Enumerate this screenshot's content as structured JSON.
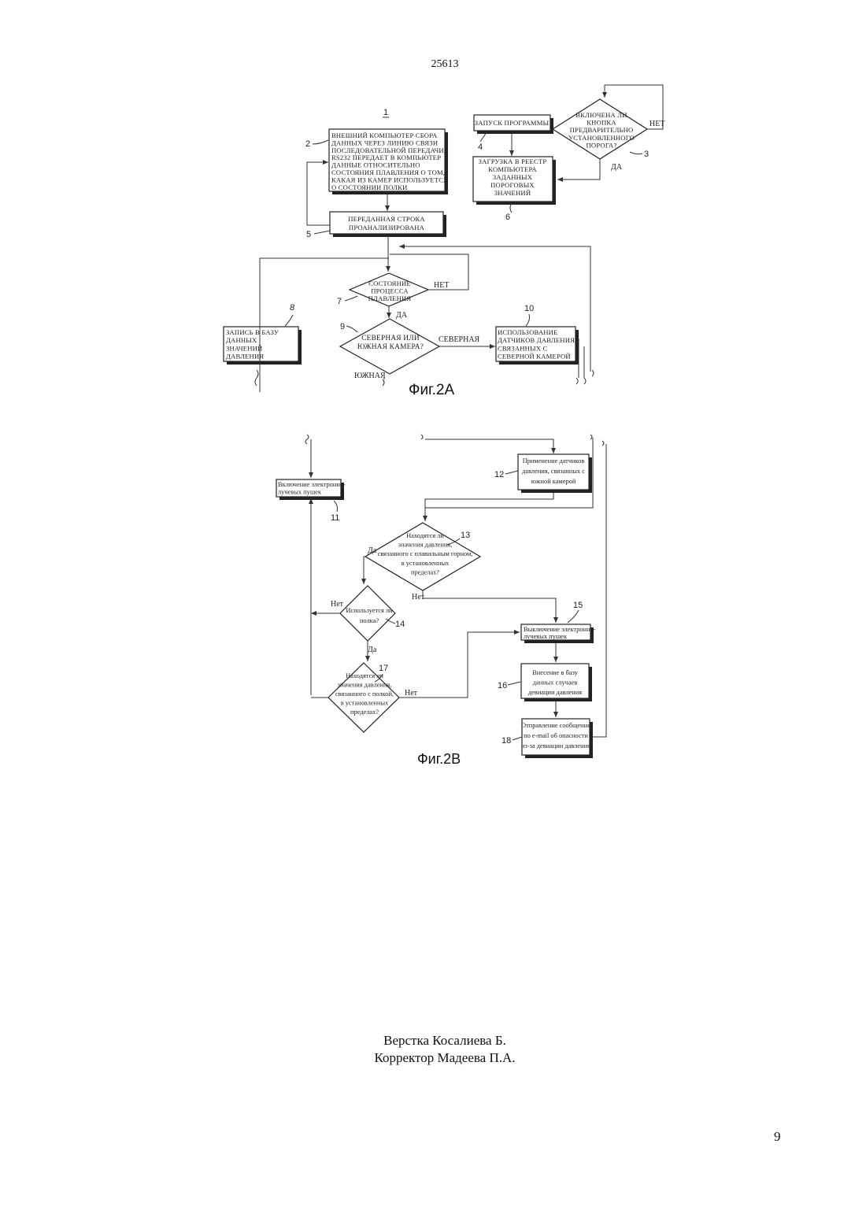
{
  "document": {
    "doc_number": "25613",
    "page_number": "9",
    "credits": [
      "Верстка Косалиева Б.",
      "Корректор Мадеева П.А."
    ]
  },
  "fig2a": {
    "caption": "Фиг.2А",
    "ref_main": "1",
    "boxes": {
      "b2": [
        "ВНЕШНИЙ КОМПЬЮТЕР СБОРА",
        "ДАННЫХ ЧЕРЕЗ ЛИНИЮ СВЯЗИ",
        "ПОСЛЕДОВАТЕЛЬНОЙ ПЕРЕДАЧИ",
        "RS232 ПЕРЕДАЕТ В КОМПЬЮТЕР",
        "ДАННЫЕ ОТНОСИТЕЛЬНО",
        "СОСТОЯНИЯ ПЛАВЛЕНИЯ О ТОМ,",
        "КАКАЯ ИЗ КАМЕР ИСПОЛЬЗУЕТСЯ",
        "О СОСТОЯНИИ ПОЛКИ"
      ],
      "b5": [
        "ПЕРЕДАННАЯ СТРОКА",
        "ПРОАНАЛИЗИРОВАНА"
      ],
      "b4": [
        "ЗАПУСК ПРОГРАММЫ"
      ],
      "b6": [
        "ЗАГРУЗКА В РЕЕСТР",
        "КОМПЬЮТЕРА",
        "ЗАДАННЫХ",
        "ПОРОГОВЫХ",
        "ЗНАЧЕНИЙ"
      ],
      "b8": [
        "ЗАПИСЬ В БАЗУ",
        "ДАННЫХ",
        "ЗНАЧЕНИЙ",
        "ДАВЛЕНИЯ"
      ],
      "b10": [
        "ИСПОЛЬЗОВАНИЕ",
        "ДАТЧИКОВ ДАВЛЕНИЯ,",
        "СВЯЗАННЫХ С",
        "СЕВЕРНОЙ КАМЕРОЙ"
      ]
    },
    "diamonds": {
      "d3": [
        "ВКЛЮЧЕНА ЛИ",
        "КНОПКА",
        "ПРЕДВАРИТЕЛЬНО",
        "УСТАНОВЛЕННОГО",
        "ПОРОГА?"
      ],
      "d7": [
        "СОСТОЯНИЕ",
        "ПРОЦЕССА",
        "ПЛАВЛЕНИЯ"
      ],
      "d9": [
        "СЕВЕРНАЯ ИЛИ",
        "ЮЖНАЯ КАМЕРА?"
      ]
    },
    "labels": {
      "no3": "НЕТ",
      "yes3": "ДА",
      "no7": "НЕТ",
      "yes7": "ДА",
      "north": "СЕВЕРНАЯ",
      "south": "ЮЖНАЯ"
    },
    "refs": {
      "r2": "2",
      "r3": "3",
      "r4": "4",
      "r5": "5",
      "r6": "6",
      "r7": "7",
      "r8": "8",
      "r9": "9",
      "r10": "10"
    }
  },
  "fig2b": {
    "caption": "Фиг.2В",
    "boxes": {
      "b11": [
        "Включение электронно-",
        "лучевых пушек"
      ],
      "b12": [
        "Применение датчиков",
        "давления, связанных с",
        "южной камерой"
      ],
      "b15": [
        "Выключение электронно-",
        "лучевых пушек"
      ],
      "b16": [
        "Внесение в базу",
        "данных случаев",
        "девиации давления"
      ],
      "b18": [
        "Отправление сообщения",
        "по e-mail об опасности",
        "из-за девиации давления"
      ]
    },
    "diamonds": {
      "d13": [
        "Находятся ли",
        "значения давления,",
        "связанного с плавильным горном,",
        "в установленных",
        "пределах?"
      ],
      "d14": [
        "Используется ли",
        "полка?"
      ],
      "d17": [
        "Находятся ли",
        "значения давления,",
        "связанного с полкой,",
        "в установленных",
        "пределах?"
      ]
    },
    "labels": {
      "yes13": "Да",
      "no13": "Нет",
      "no14": "Нет",
      "yes14": "Да",
      "no17": "Нет"
    },
    "refs": {
      "r11": "11",
      "r12": "12",
      "r13": "13",
      "r14": "14",
      "r15": "15",
      "r16": "16",
      "r17": "17",
      "r18": "18"
    }
  }
}
